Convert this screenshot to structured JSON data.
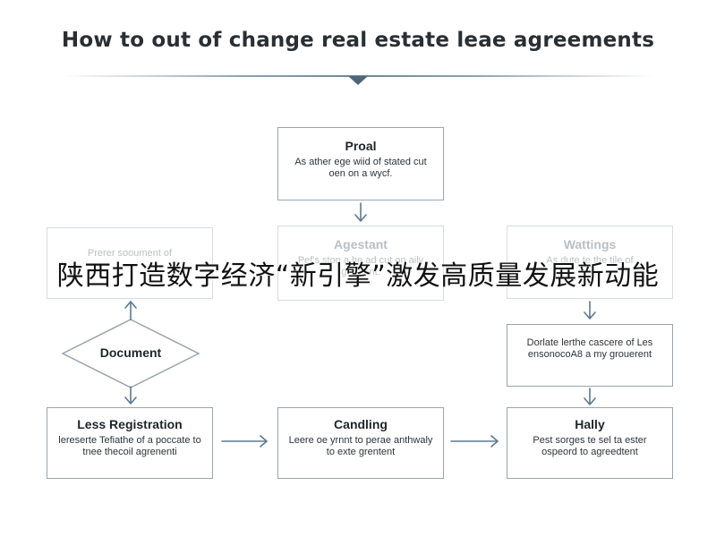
{
  "title": "How to out of change real estate leae agreements",
  "banner": "陕西打造数字经济“新引擎”激发高质量发展新动能",
  "nodes": {
    "proal": {
      "title": "Proal",
      "desc": "As ather ege wiid of stated cut oen on a wycf."
    },
    "left_faded": {
      "title": "",
      "desc": "Prerer sooument of"
    },
    "agreement": {
      "title": "Agestant",
      "desc": "Pef's ston a he ad cut on aily grement."
    },
    "wattings": {
      "title": "Wattings",
      "desc": "As dute te the tile of"
    },
    "document": {
      "title": "Document"
    },
    "dorlate": {
      "desc": "Dorlate lerthe cascere of Les ensonocoA8 a my grouerent"
    },
    "less_registration": {
      "title": "Less Registration",
      "desc": "lereserte Tefiathe of a poccate to tnee thecoil agrenenti"
    },
    "candling": {
      "title": "Candling",
      "desc": "Leere oe yrnnt to perae anthwaly to exte grentent"
    },
    "hally": {
      "title": "Hally",
      "desc": "Pest sorges te sel ta ester ospeord to agreedtent"
    }
  },
  "colors": {
    "arrow": "#5b7a92",
    "border": "#9aa4ad",
    "accent": "#4f6678"
  }
}
